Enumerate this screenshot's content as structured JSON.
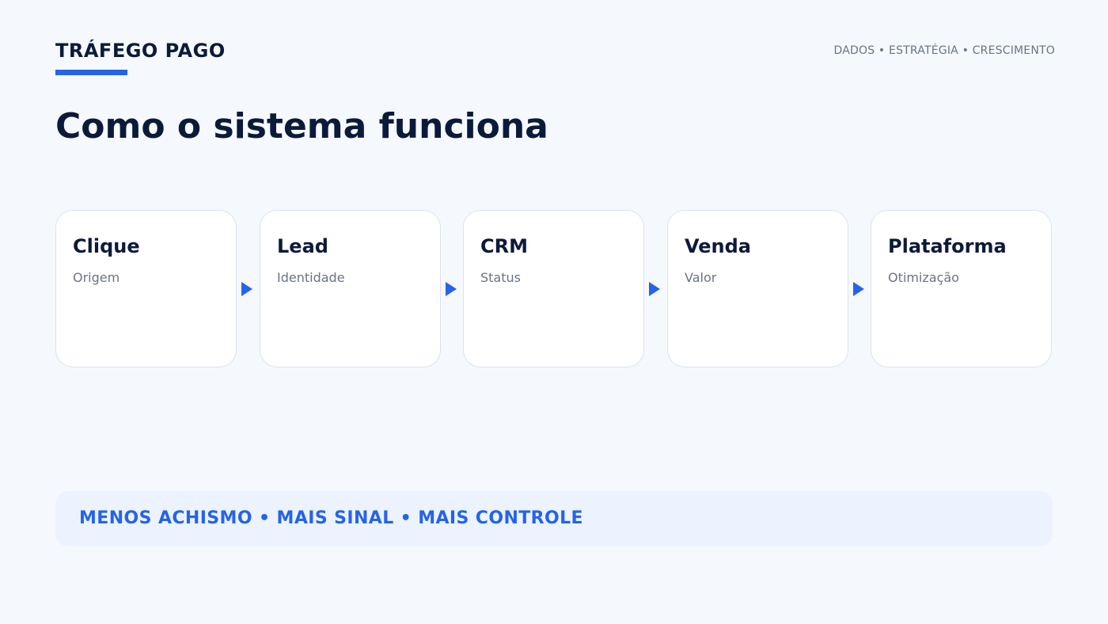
{
  "header": {
    "brand": "TRÁFEGO PAGO",
    "tagline": "DADOS • ESTRATÉGIA • CRESCIMENTO",
    "accent_color": "#2563eb"
  },
  "title": "Como o sistema funciona",
  "flow": {
    "steps": [
      {
        "title": "Clique",
        "subtitle": "Origem"
      },
      {
        "title": "Lead",
        "subtitle": "Identidade"
      },
      {
        "title": "CRM",
        "subtitle": "Status"
      },
      {
        "title": "Venda",
        "subtitle": "Valor"
      },
      {
        "title": "Plataforma",
        "subtitle": "Otimização"
      }
    ],
    "connector_icon": "arrow-right-icon"
  },
  "footer": {
    "banner_text": "MENOS ACHISMO • MAIS SINAL • MAIS CONTROLE"
  }
}
